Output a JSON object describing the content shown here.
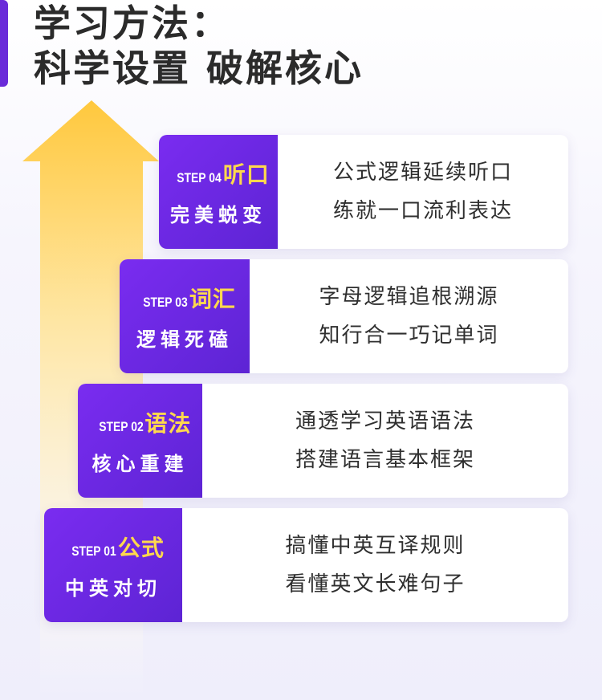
{
  "header": {
    "title_line1": "学习方法：",
    "title_line2": "科学设置 破解核心"
  },
  "colors": {
    "accent": "#6a2bd9",
    "card_left": "#6d28e3",
    "highlight": "#ffd84d",
    "arrow_top": "#ffc83d",
    "text": "#2f2f2f"
  },
  "steps": [
    {
      "step": "STEP 04",
      "topic": "听口",
      "subtitle": "完美蜕变",
      "lines": [
        "公式逻辑延续听口",
        "练就一口流利表达"
      ]
    },
    {
      "step": "STEP 03",
      "topic": "词汇",
      "subtitle": "逻辑死磕",
      "lines": [
        "字母逻辑追根溯源",
        "知行合一巧记单词"
      ]
    },
    {
      "step": "STEP 02",
      "topic": "语法",
      "subtitle": "核心重建",
      "lines": [
        "通透学习英语语法",
        "搭建语言基本框架"
      ]
    },
    {
      "step": "STEP 01",
      "topic": "公式",
      "subtitle": "中英对切",
      "lines": [
        "搞懂中英互译规则",
        "看懂英文长难句子"
      ]
    }
  ]
}
